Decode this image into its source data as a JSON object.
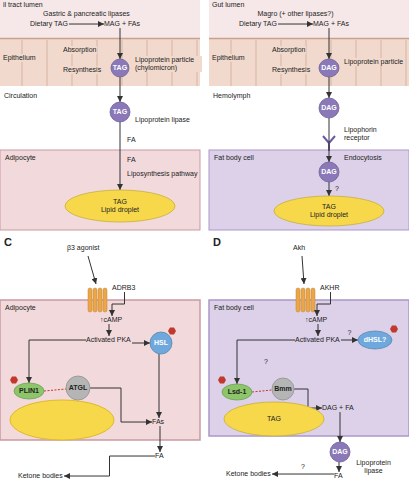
{
  "diagram": {
    "nodes": [
      {
        "text": [
          "il tract lumen"
        ]
      },
      {
        "text": [
          "Dietary TAG"
        ],
        "in": 0
      },
      {
        "text": [
          "MAG + FAs"
        ],
        "in": 0
      },
      {
        "text": [
          "Epithelium"
        ]
      },
      {
        "text": [
          "TAG"
        ],
        "in": 3
      },
      {
        "text": [
          "TAG"
        ]
      },
      {
        "text": [
          "Adipocyte"
        ]
      },
      {
        "text": [
          "TAG",
          "Lipid droplet"
        ],
        "in": 6
      },
      {
        "text": [
          "Gut lumen"
        ]
      },
      {
        "text": [
          "Dietary TAG"
        ],
        "in": 8
      },
      {
        "text": [
          "MAG + FAs"
        ],
        "in": 8
      },
      {
        "text": [
          "Epithelium"
        ]
      },
      {
        "text": [
          "DAG"
        ],
        "in": 11
      },
      {
        "text": [
          "DAG"
        ]
      },
      {
        "text": [
          "Fat body cell"
        ]
      },
      {
        "text": [
          "DAG"
        ],
        "in": 14
      },
      {
        "text": [
          "TAG",
          "Lipid droplet"
        ],
        "in": 14
      },
      {
        "text": [
          "Adipocyte"
        ]
      },
      {
        "text": [
          "ADRB3"
        ]
      },
      {
        "text": [
          "↑cAMP"
        ],
        "in": 17
      },
      {
        "text": [
          "Activated PKA"
        ],
        "in": 17
      },
      {
        "text": [
          "HSL"
        ],
        "in": 17
      },
      {
        "text": [
          "PLIN1"
        ],
        "in": 17
      },
      {
        "text": [
          "ATGL"
        ],
        "in": 17
      },
      {
        "text": [
          "FAs"
        ],
        "in": 17
      },
      {
        "text": [
          "FA"
        ]
      },
      {
        "text": [
          "Ketone bodies"
        ]
      },
      {
        "text": [
          "Fat body cell"
        ]
      },
      {
        "text": [
          "AKHR"
        ]
      },
      {
        "text": [
          "↑cAMP"
        ],
        "in": 27
      },
      {
        "text": [
          "Activated PKA"
        ],
        "in": 27
      },
      {
        "text": [
          "dHSL?"
        ],
        "in": 27
      },
      {
        "text": [
          "Lsd-1"
        ],
        "in": 27
      },
      {
        "text": [
          "Bmm"
        ],
        "in": 27
      },
      {
        "text": [
          "TAG"
        ],
        "in": 27
      },
      {
        "text": [
          "DAG + FA"
        ],
        "in": 27
      },
      {
        "text": [
          "DAG"
        ]
      },
      {
        "text": [
          "FA"
        ]
      },
      {
        "text": [
          "Ketone bodies"
        ]
      }
    ],
    "edges": [
      {
        "from": 1,
        "to": 2,
        "arrow": "to",
        "label": "Gastric & pancreatic lipases"
      },
      {
        "from": 2,
        "to": 4,
        "arrow": "to"
      },
      {
        "from": 4,
        "to": 5,
        "arrow": "to"
      },
      {
        "from": 5,
        "to": 7,
        "arrow": "to"
      },
      {
        "from": 9,
        "to": 10,
        "arrow": "to",
        "label": "Magro (+ other lipases?)"
      },
      {
        "from": 10,
        "to": 12,
        "arrow": "to"
      },
      {
        "from": 12,
        "to": 13,
        "arrow": "to"
      },
      {
        "from": 13,
        "to": 15,
        "arrow": "to"
      },
      {
        "from": 15,
        "to": 16,
        "arrow": "to",
        "label": "?"
      },
      {
        "from": 18,
        "to": 19,
        "arrow": "to"
      },
      {
        "from": 19,
        "to": 20,
        "arrow": "to"
      },
      {
        "from": 20,
        "to": 21,
        "arrow": "to"
      },
      {
        "from": 20,
        "to": 22,
        "arrow": "to"
      },
      {
        "from": 21,
        "to": 24,
        "arrow": "to"
      },
      {
        "from": 23,
        "to": 24,
        "arrow": "to"
      },
      {
        "from": 24,
        "to": 25,
        "arrow": "to"
      },
      {
        "from": 25,
        "to": 26,
        "arrow": "to"
      },
      {
        "from": 28,
        "to": 29,
        "arrow": "to"
      },
      {
        "from": 29,
        "to": 30,
        "arrow": "to"
      },
      {
        "from": 30,
        "to": 31,
        "arrow": "to",
        "label": "?"
      },
      {
        "from": 30,
        "to": 32,
        "arrow": "to",
        "label": "?"
      },
      {
        "from": 33,
        "to": 35,
        "arrow": "to"
      },
      {
        "from": 35,
        "to": 36,
        "arrow": "to"
      },
      {
        "from": 36,
        "to": 37,
        "arrow": "to",
        "label": "Lipoprotein lipase"
      },
      {
        "from": 37,
        "to": 38,
        "arrow": "to",
        "label": "?"
      }
    ],
    "labels": [
      "Absorption",
      "Resynthesis",
      "Lipoprotein particle (chylomicron)",
      "Circulation",
      "Lipoprotein lipase",
      "FA",
      "FA",
      "Liposynthesis pathway",
      "Absorption",
      "Resynthesis",
      "Lipoprotein particle",
      "Hemolymph",
      "Lipophorin receptor",
      "Endocytosis",
      "C",
      "β3 agonist",
      "D",
      "Akh"
    ]
  }
}
